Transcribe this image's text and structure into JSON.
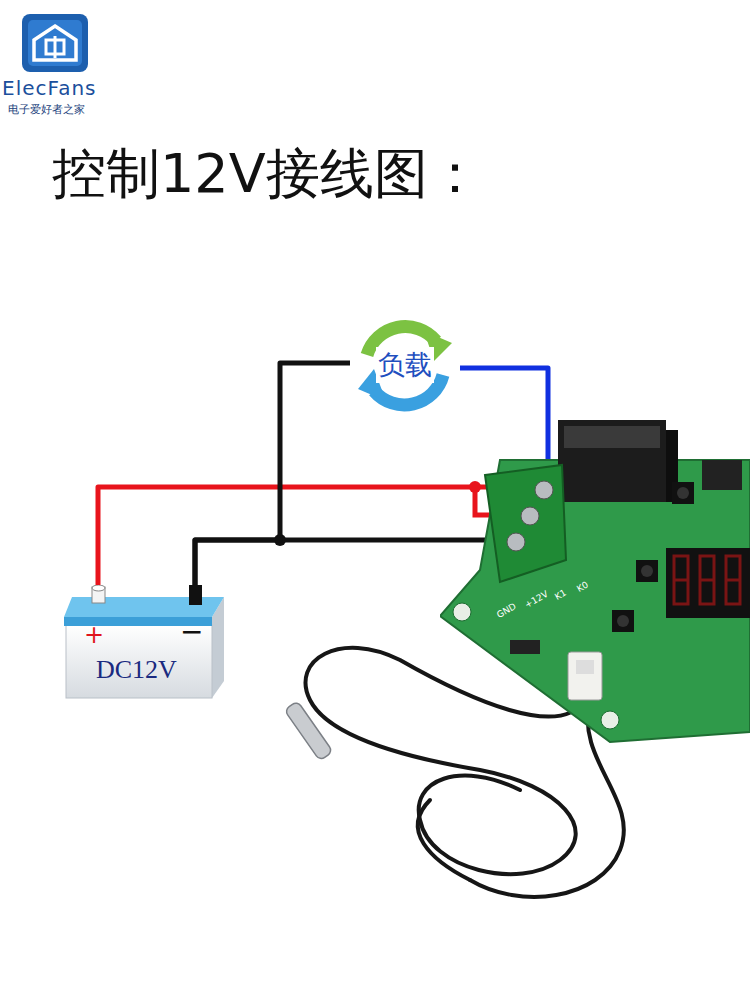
{
  "diagram": {
    "title": "控制12V接线图：",
    "nodes": [
      {
        "text": [
          "负载"
        ]
      },
      {
        "text": [
          "GND",
          "+12V",
          "K1",
          "K0"
        ]
      },
      {
        "text": [
          "+",
          "−",
          "DC12V"
        ]
      }
    ],
    "edges": [
      {
        "from": 2,
        "to": 1,
        "arrow": "none"
      },
      {
        "from": 2,
        "to": 1,
        "arrow": "none"
      },
      {
        "from": 2,
        "to": 0,
        "arrow": "none"
      },
      {
        "from": 0,
        "to": 1,
        "arrow": "none"
      }
    ],
    "labels": [
      "ElecFans",
      "电子爱好者之家"
    ]
  }
}
